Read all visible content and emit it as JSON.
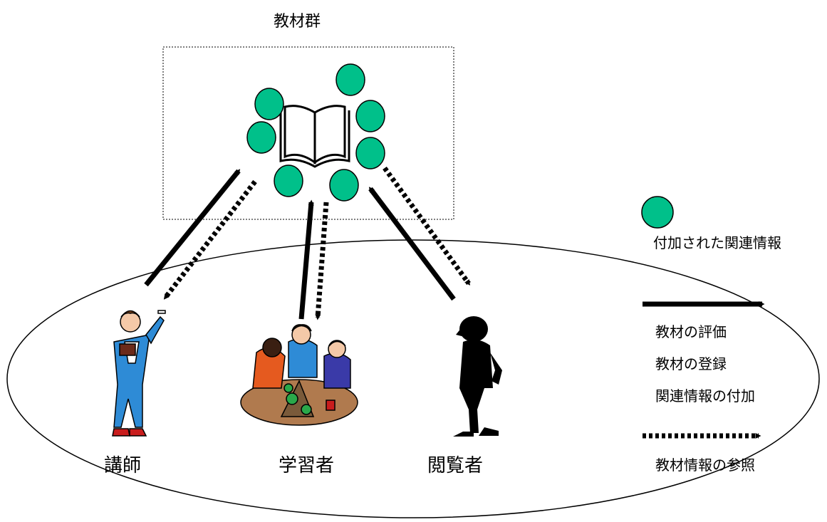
{
  "diagram": {
    "title": "教材群",
    "roles": {
      "instructor": "講師",
      "learner": "学習者",
      "viewer": "閲覧者"
    },
    "legend": {
      "circle_label": "付加された関連情報",
      "solid_lines": [
        "教材の評価",
        "教材の登録",
        "関連情報の付加"
      ],
      "dotted_label": "教材情報の参照"
    },
    "colors": {
      "info_circle": "#00c08a",
      "stroke": "#000000"
    },
    "icons": [
      "book-icon",
      "teacher-clipart",
      "students-clipart",
      "viewer-silhouette"
    ]
  }
}
